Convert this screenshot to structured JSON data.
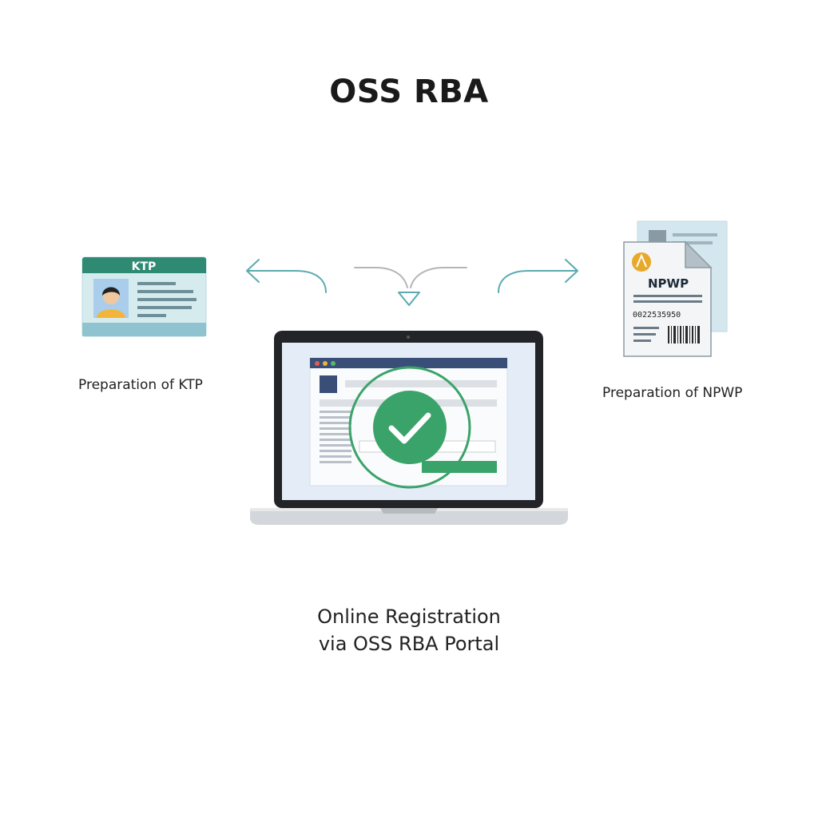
{
  "title": "OSS RBA",
  "ktp": {
    "card_title": "KTP",
    "caption": "Preparation of KTP"
  },
  "npwp": {
    "doc_title": "NPWP",
    "doc_number": "0022535950",
    "caption": "Preparation of NPWP"
  },
  "portal": {
    "caption_line1": "Online Registration",
    "caption_line2": "via OSS RBA Portal",
    "status_icon": "checkmark-icon"
  },
  "colors": {
    "teal": "#2e8a73",
    "arrow": "#5aaab0",
    "green": "#3aa36a",
    "navy": "#3a4f78"
  }
}
